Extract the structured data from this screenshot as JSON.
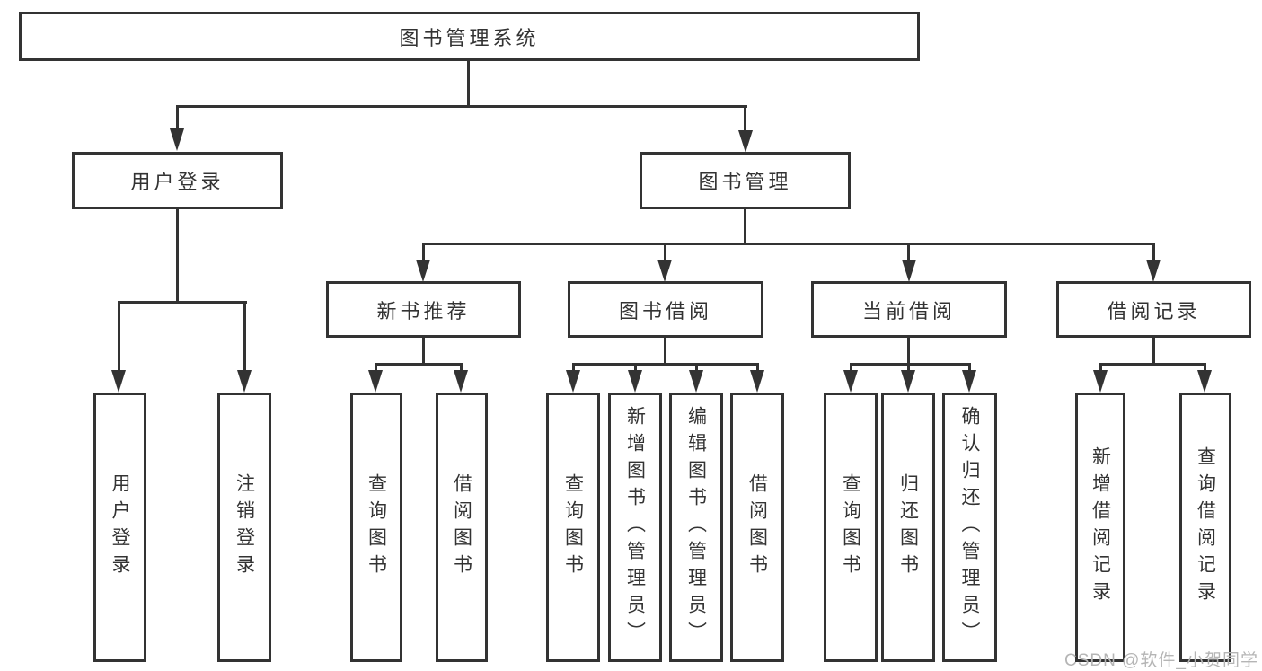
{
  "colors": {
    "line": "#333333",
    "text": "#333333",
    "watermark": "#b5b5b5",
    "background": "#ffffff"
  },
  "root": {
    "label": "图书管理系统"
  },
  "level2": {
    "user_login": {
      "label": "用户登录"
    },
    "book_mgmt": {
      "label": "图书管理"
    }
  },
  "level3": {
    "new_books": {
      "label": "新书推荐"
    },
    "borrowing": {
      "label": "图书借阅"
    },
    "current": {
      "label": "当前借阅"
    },
    "records": {
      "label": "借阅记录"
    }
  },
  "leaves": {
    "user_login_leaf": {
      "label": "用户登录"
    },
    "user_logout": {
      "label": "注销登录"
    },
    "nb_query": {
      "label": "查询图书"
    },
    "nb_borrow": {
      "label": "借阅图书"
    },
    "bb_query": {
      "label": "查询图书"
    },
    "bb_add": {
      "label": "新增图书（管理员）"
    },
    "bb_edit": {
      "label": "编辑图书（管理员）"
    },
    "bb_borrow": {
      "label": "借阅图书"
    },
    "cb_query": {
      "label": "查询图书"
    },
    "cb_return": {
      "label": "归还图书"
    },
    "cb_confirm": {
      "label": "确认归还（管理员）"
    },
    "br_add": {
      "label": "新增借阅记录"
    },
    "br_query": {
      "label": "查询借阅记录"
    }
  },
  "watermark": {
    "text": "CSDN @软件_小贺同学"
  }
}
